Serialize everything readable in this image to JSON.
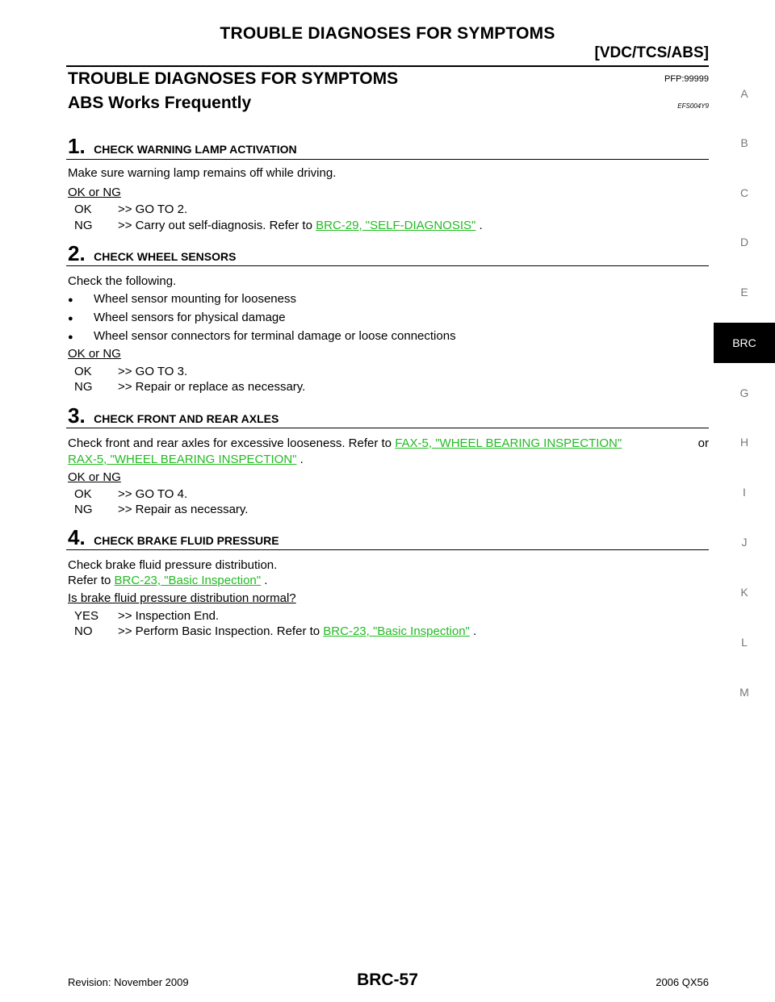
{
  "header": {
    "title": "TROUBLE DIAGNOSES FOR SYMPTOMS",
    "subtitle": "[VDC/TCS/ABS]"
  },
  "section": {
    "title": "TROUBLE DIAGNOSES FOR SYMPTOMS",
    "code": "PFP:99999"
  },
  "subsection": {
    "title": "ABS Works Frequently",
    "code": "EFS004Y9"
  },
  "steps": [
    {
      "num": "1.",
      "title": "CHECK WARNING LAMP ACTIVATION",
      "text": "Make sure warning lamp remains off while driving.",
      "question": "OK or NG",
      "ok_label": "OK",
      "ok_text": ">> GO TO 2.",
      "ng_label": "NG",
      "ng_text_pre": ">> Carry out self-diagnosis. Refer to ",
      "ng_link": "BRC-29, \"SELF-DIAGNOSIS\"",
      "ng_text_post": " ."
    },
    {
      "num": "2.",
      "title": "CHECK WHEEL SENSORS",
      "text": "Check the following.",
      "bullets": [
        "Wheel sensor mounting for looseness",
        "Wheel sensors for physical damage",
        "Wheel sensor connectors for terminal damage or loose connections"
      ],
      "question": "OK or NG",
      "ok_label": "OK",
      "ok_text": ">> GO TO 3.",
      "ng_label": "NG",
      "ng_text": ">> Repair or replace as necessary."
    },
    {
      "num": "3.",
      "title": "CHECK FRONT AND REAR AXLES",
      "text_pre": "Check front and rear axles for excessive looseness. Refer to ",
      "link1": "FAX-5, \"WHEEL BEARING INSPECTION\"",
      "text_mid": "or",
      "link2": "RAX-5, \"WHEEL BEARING INSPECTION\"",
      "text_post": " .",
      "question": "OK or NG",
      "ok_label": "OK",
      "ok_text": ">> GO TO 4.",
      "ng_label": "NG",
      "ng_text": ">> Repair as necessary."
    },
    {
      "num": "4.",
      "title": "CHECK BRAKE FLUID PRESSURE",
      "text": "Check brake fluid pressure distribution.",
      "refer_pre": "Refer to ",
      "refer_link": "BRC-23, \"Basic Inspection\"",
      "refer_post": " .",
      "question": "Is brake fluid pressure distribution normal?",
      "yes_label": "YES",
      "yes_text": ">> Inspection End.",
      "no_label": "NO",
      "no_text_pre": ">> Perform Basic Inspection. Refer to ",
      "no_link": "BRC-23, \"Basic Inspection\"",
      "no_text_post": " ."
    }
  ],
  "side_tabs": [
    "A",
    "B",
    "C",
    "D",
    "E",
    "BRC",
    "G",
    "H",
    "I",
    "J",
    "K",
    "L",
    "M"
  ],
  "active_tab": "BRC",
  "footer": {
    "revision": "Revision: November 2009",
    "page": "BRC-57",
    "model": "2006 QX56"
  }
}
